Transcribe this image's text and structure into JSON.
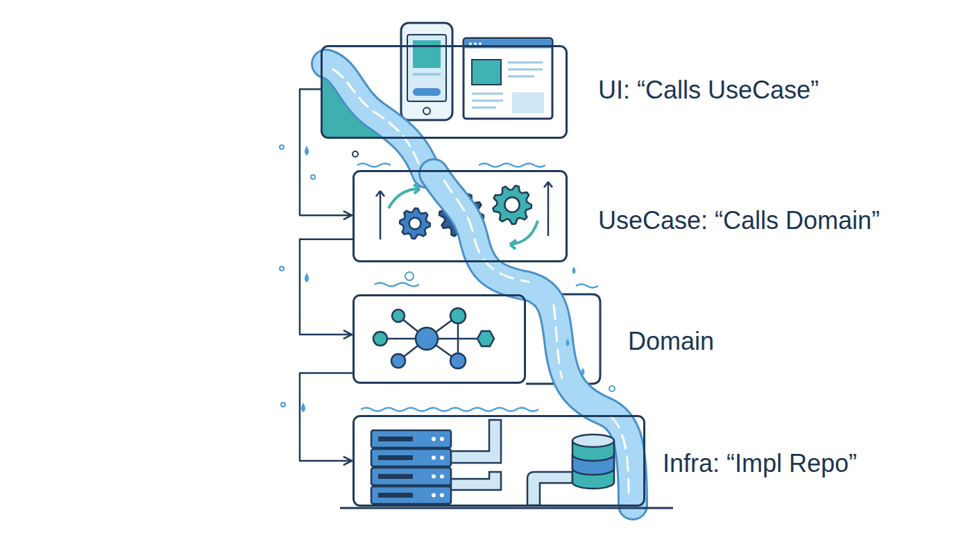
{
  "diagram": {
    "nodes": [
      {
        "text": [
          "UI: “Calls UseCase”"
        ]
      },
      {
        "text": [
          "UseCase: “Calls Domain”"
        ]
      },
      {
        "text": [
          "Domain"
        ]
      },
      {
        "text": [
          "Infra: “Impl Repo”"
        ]
      }
    ],
    "edges": [
      {
        "from": 0,
        "to": 1,
        "arrow": "to"
      },
      {
        "from": 1,
        "to": 2,
        "arrow": "to"
      },
      {
        "from": 2,
        "to": 3,
        "arrow": "to"
      }
    ]
  }
}
